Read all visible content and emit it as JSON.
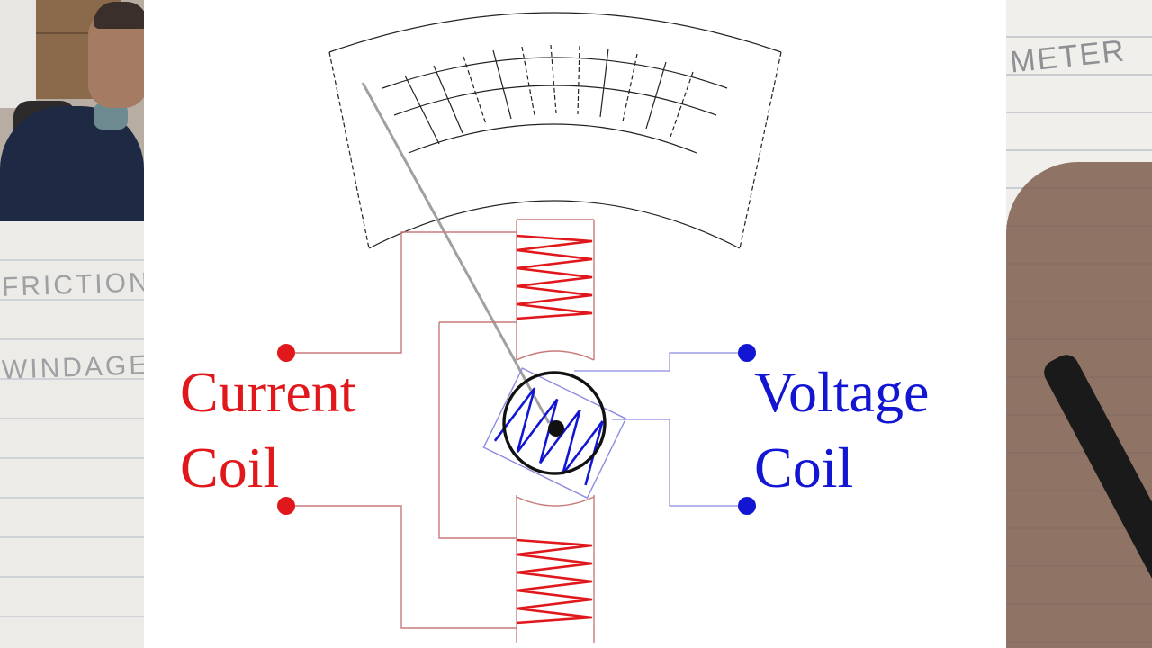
{
  "diagram": {
    "current_coil": {
      "line1": "Current",
      "line2": "Coil",
      "color": "#e0181c"
    },
    "voltage_coil": {
      "line1": "Voltage",
      "line2": "Coil",
      "color": "#1216d2"
    }
  },
  "notes": {
    "left_scribble_1": "FRICTION",
    "left_scribble_2": "WINDAGE",
    "right_scribble": "METER"
  },
  "colors": {
    "wire": "#c87a7a",
    "current": "#e0181c",
    "voltage": "#1216d2"
  }
}
